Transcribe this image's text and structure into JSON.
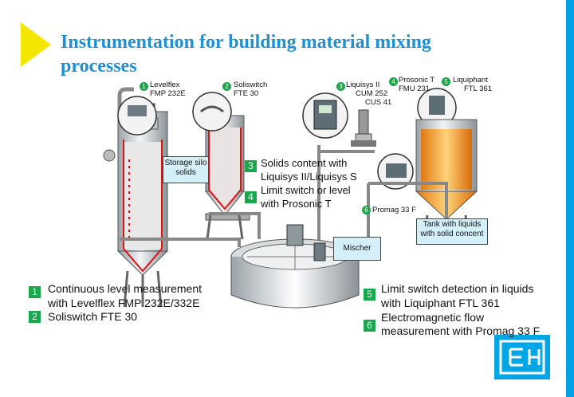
{
  "title": "Instrumentation for building material mixing processes",
  "instruments": [
    {
      "num": "1",
      "name": "Levelflex",
      "model": "FMP 232E"
    },
    {
      "num": "2",
      "name": "Soliswitch",
      "model": "FTE 30"
    },
    {
      "num": "3",
      "name": "Liquisys II",
      "model": "CUM 252",
      "model2": "CUS 41"
    },
    {
      "num": "4",
      "name": "Prosonic T",
      "model": "FMU 231"
    },
    {
      "num": "5",
      "name": "Liquiphant",
      "model": "FTL 361"
    },
    {
      "num": "6",
      "name": "Promag 33 F"
    }
  ],
  "boxes": {
    "storage": "Storage silo solids",
    "mischer": "Mischer",
    "tank": "Tank with liquids with solid concent"
  },
  "captions": {
    "c3_line1": "Solids content with",
    "c3_line2": "Liquisys II/Liquisys S",
    "c4_line1": "Limit switch or level",
    "c4_line2": "with Prosonic T",
    "c1_line1": "Continuous level measurement",
    "c1_line2": "with Levelflex FMP 232E/332E",
    "c2": "Soliswitch FTE 30",
    "c5_line1": "Limit switch detection in liquids",
    "c5_line2": "with Liquiphant FTL 361",
    "c6_line1": "Electromagnetic flow",
    "c6_line2": "measurement with Promag 33 F"
  },
  "nums": {
    "n1": "1",
    "n2": "2",
    "n3": "3",
    "n4": "4",
    "n5": "5",
    "n6": "6"
  },
  "colors": {
    "title": "#1e90d6",
    "badge": "#1aa64a",
    "stripe": "#00a5e6",
    "arrow": "#f5e600",
    "box": "#d4eff8"
  }
}
